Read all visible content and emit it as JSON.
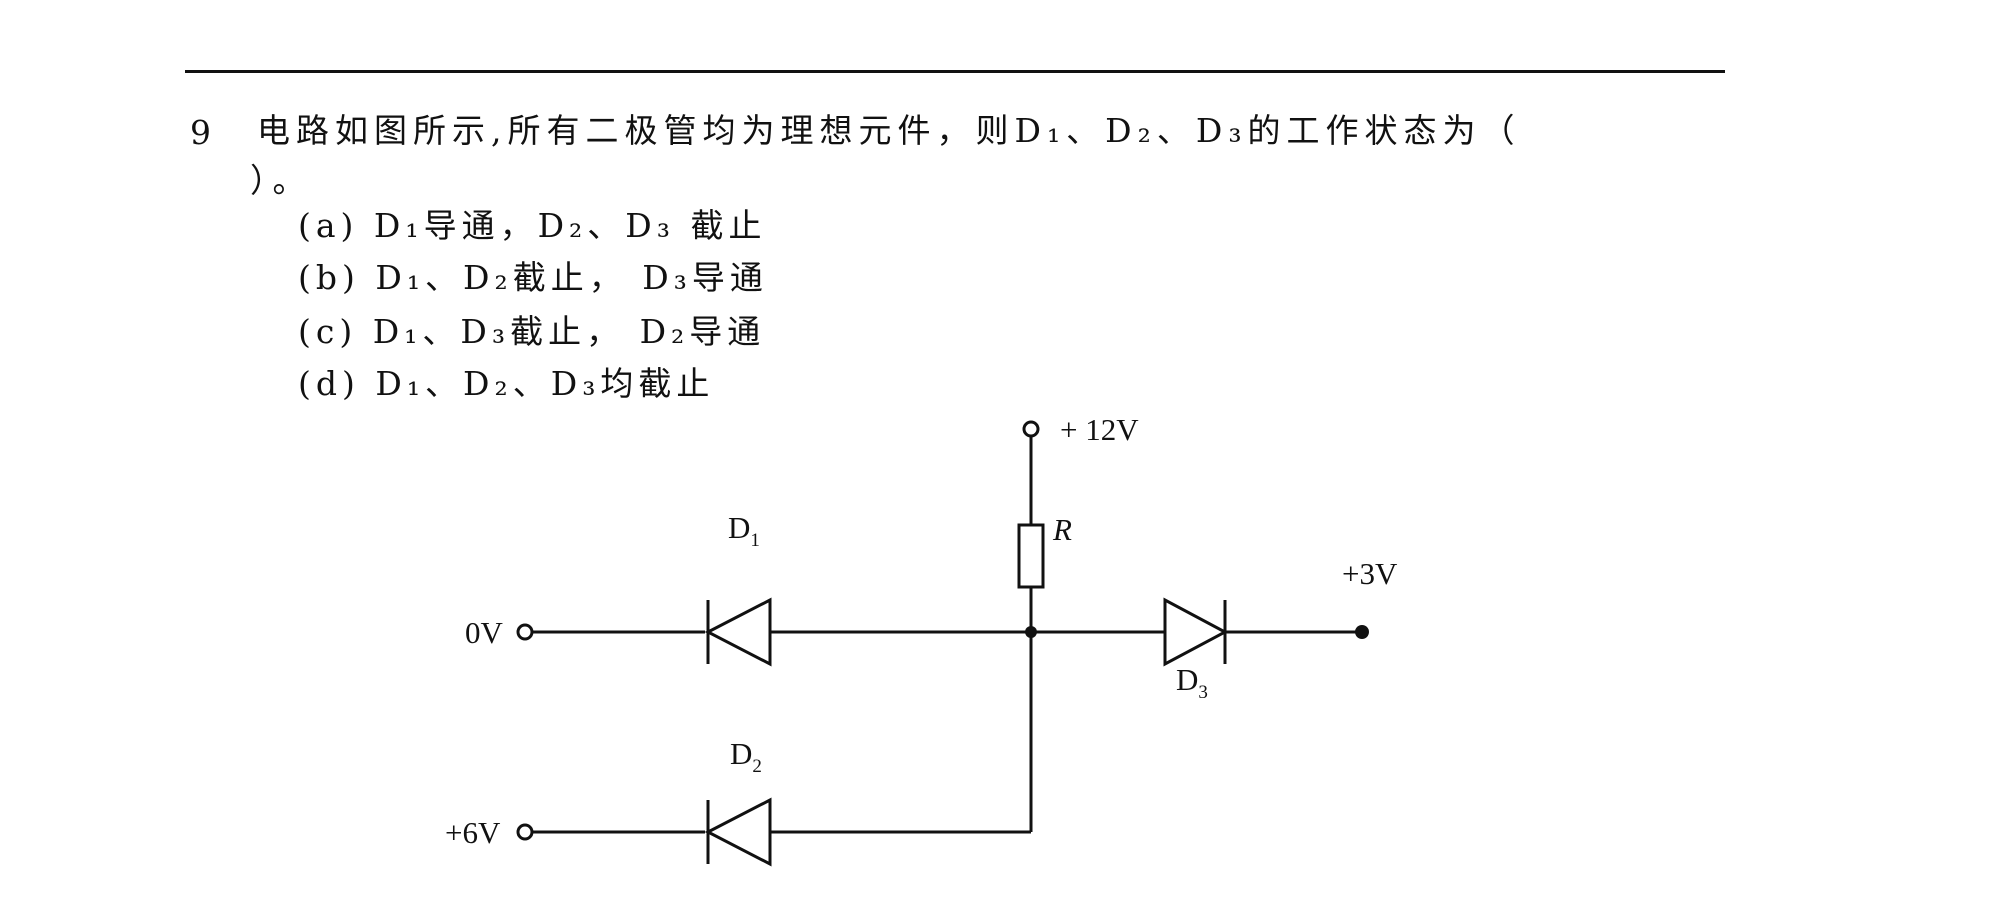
{
  "question": {
    "number": "9",
    "line1": "电路如图所示,所有二极管均为理想元件，则D₁、D₂、D₃的工作状态为（",
    "line2": "）。",
    "options": [
      "(a) D₁导通，D₂、D₃ 截止",
      "(b) D₁、D₂截止， D₃导通",
      "(c) D₁、D₃截止， D₂导通",
      "(d) D₁、D₂、D₃均截止"
    ]
  },
  "circuit": {
    "supply_label": "+ 12V",
    "resistor_label": "R",
    "input_d1_label": "0V",
    "input_d2_label": "+6V",
    "output_label": "+3V",
    "d1": {
      "base": "D",
      "sub": "1"
    },
    "d2": {
      "base": "D",
      "sub": "2"
    },
    "d3": {
      "base": "D",
      "sub": "3"
    }
  }
}
